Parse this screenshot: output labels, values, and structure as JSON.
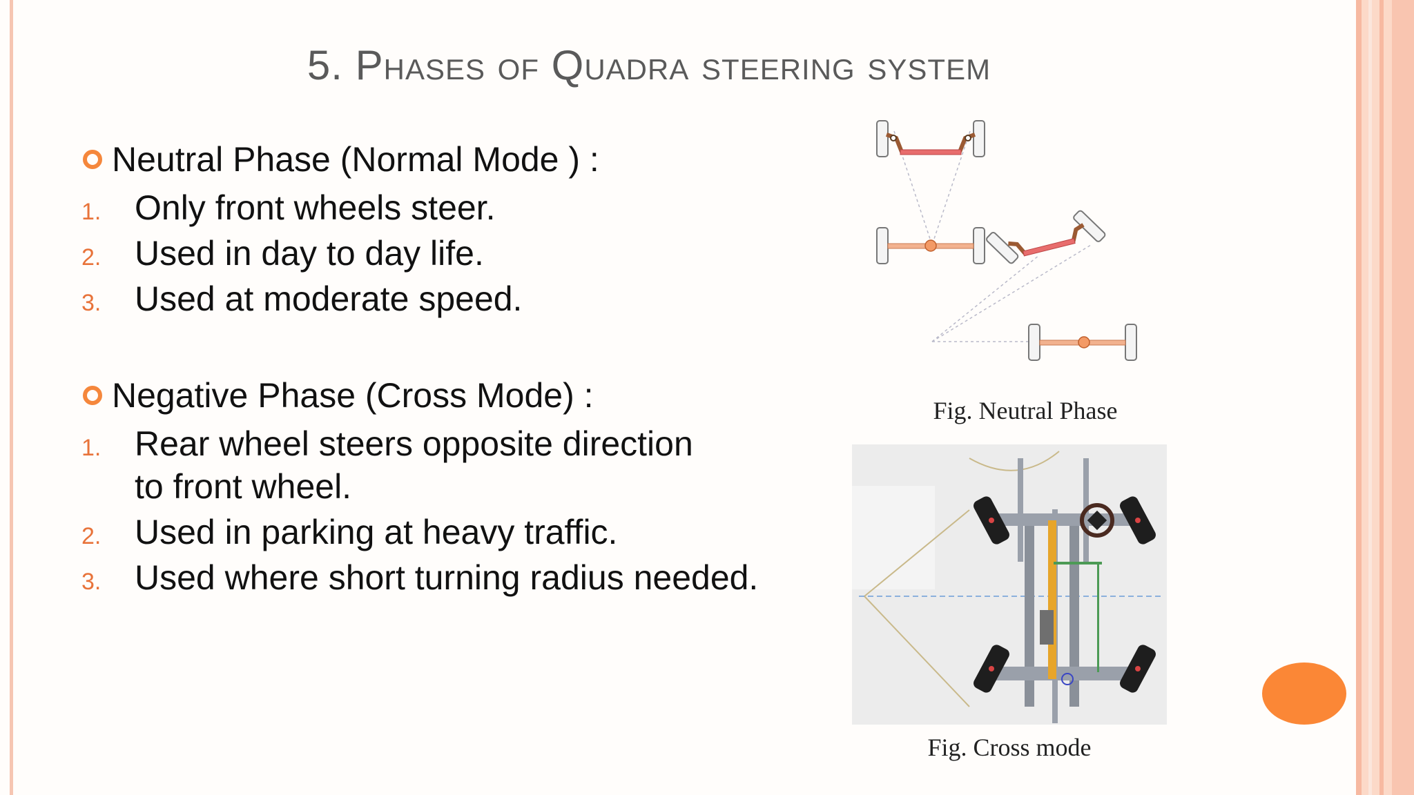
{
  "title": "5. Phases of Quadra steering system",
  "sections": [
    {
      "heading": "Neutral Phase (Normal Mode ) :",
      "items": [
        {
          "num": "1.",
          "text": "Only front wheels steer."
        },
        {
          "num": "2.",
          "text": "Used in day to day life."
        },
        {
          "num": "3.",
          "text": "Used at moderate speed."
        }
      ]
    },
    {
      "heading": "Negative Phase (Cross Mode) :",
      "items": [
        {
          "num": "1.",
          "text": "Rear wheel steers opposite direction to front wheel."
        },
        {
          "num": "2.",
          "text": "Used in parking at heavy traffic."
        },
        {
          "num": "3.",
          "text": "Used where short turning radius needed."
        }
      ]
    }
  ],
  "figures": {
    "neutral_caption": "Fig. Neutral Phase",
    "cross_caption": "Fig. Cross mode"
  },
  "colors": {
    "accent": "#f5873c",
    "title": "#5a5a5a",
    "frame": "#f7b9a1",
    "link": "#e87070",
    "arm": "#a0603a"
  }
}
